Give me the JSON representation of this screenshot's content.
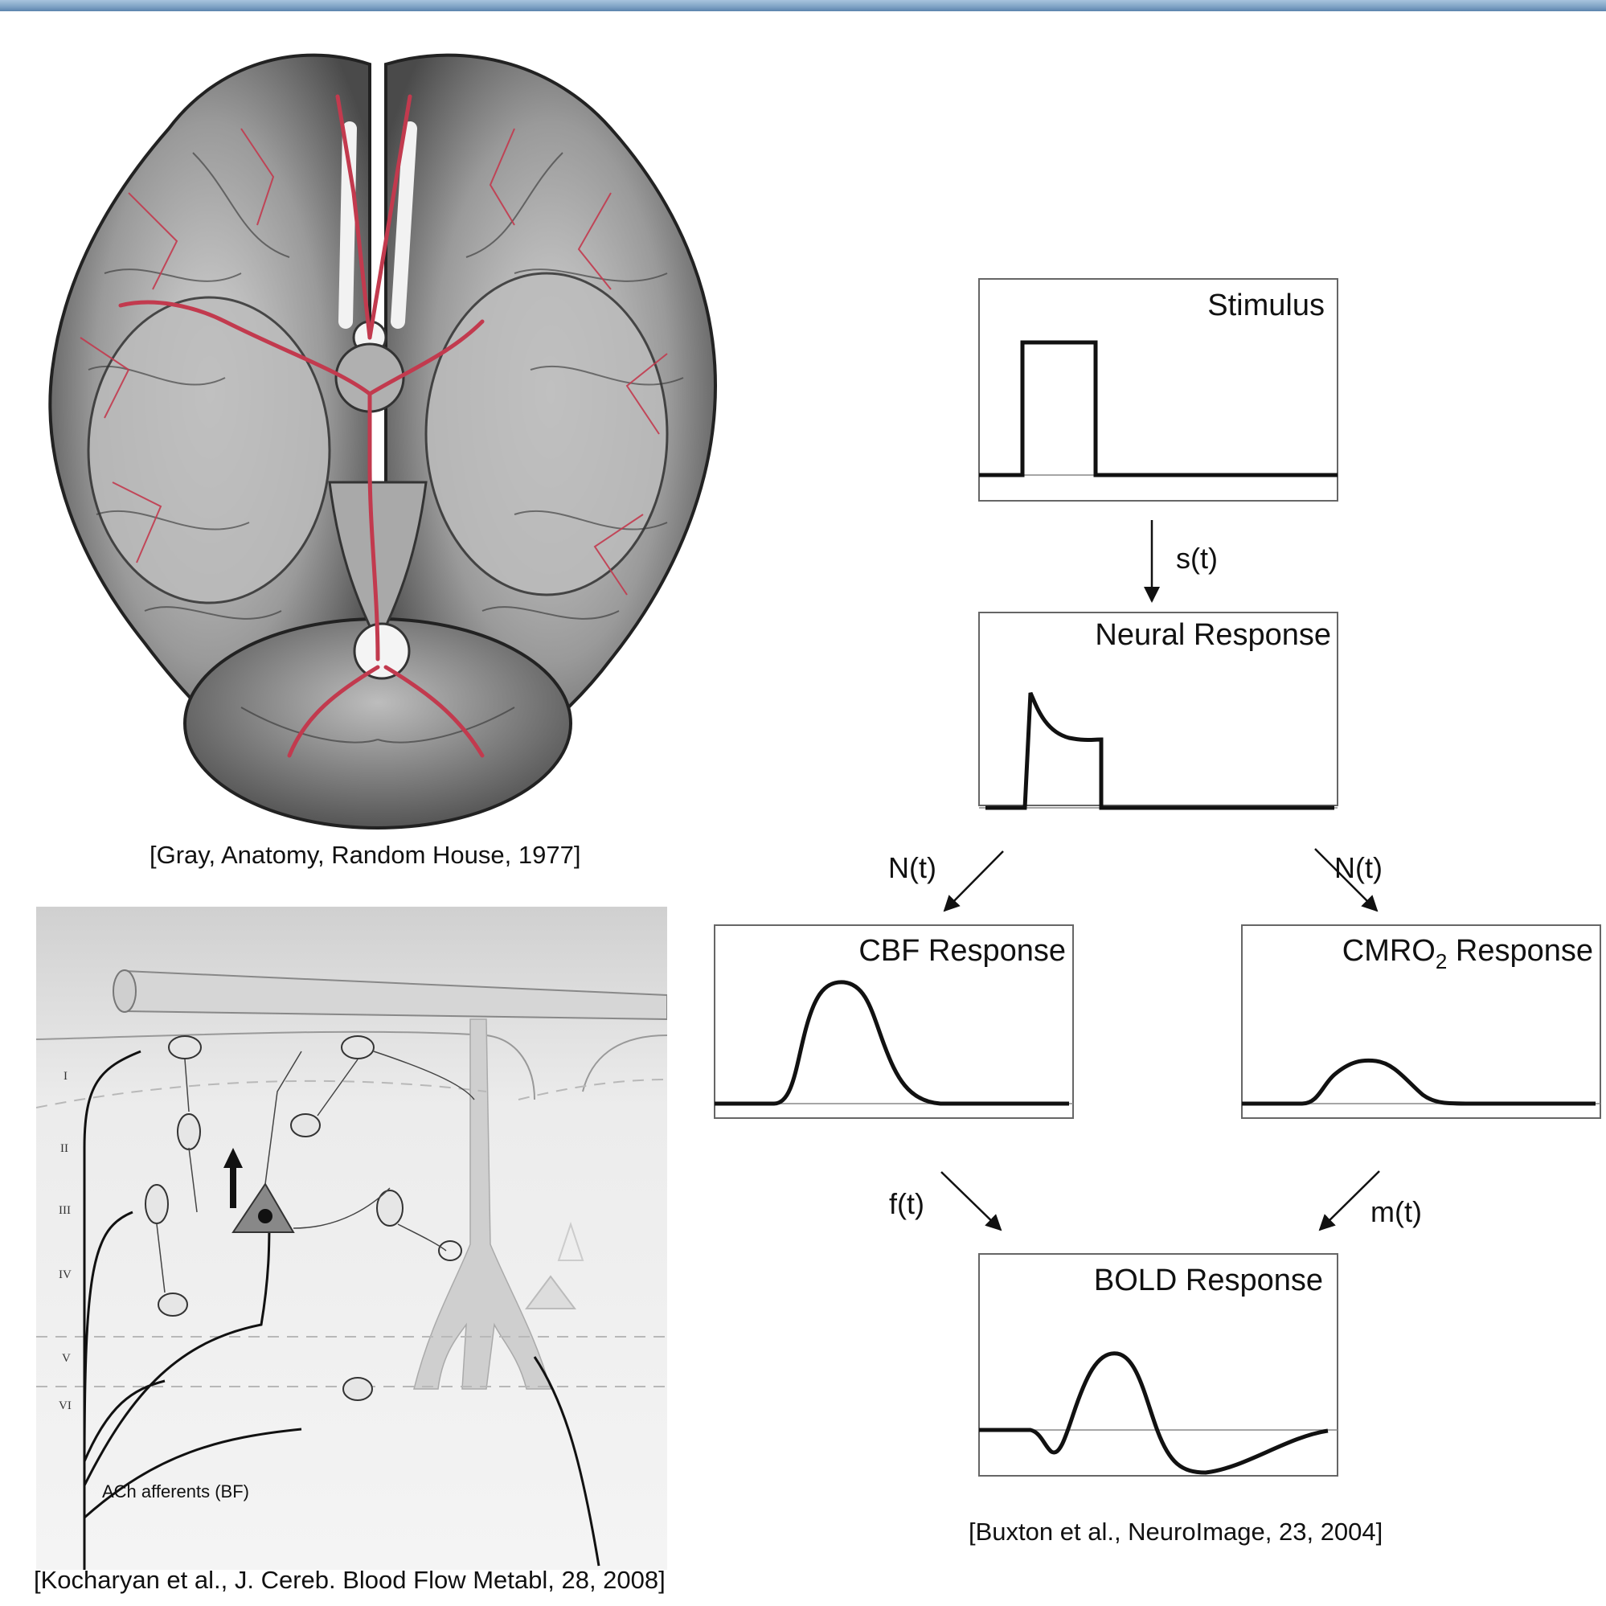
{
  "captions": {
    "brain": "[Gray, Anatomy, Random House, 1977]",
    "cortex": "[Kocharyan et al., J. Cereb. Blood Flow Metabl, 28, 2008]",
    "model": "[Buxton et al., NeuroImage, 23, 2004]"
  },
  "cortex_illustration": {
    "layers": [
      "I",
      "II",
      "III",
      "IV",
      "V",
      "VI"
    ],
    "afferents_label": "ACh afferents (BF)"
  },
  "model": {
    "boxes": {
      "stimulus": "Stimulus",
      "neural": "Neural Response",
      "cbf": "CBF Response",
      "cmro2_main": "CMRO",
      "cmro2_sub": "2",
      "cmro2_tail": " Response",
      "bold": "BOLD Response"
    },
    "arrows": {
      "s": "s(t)",
      "n_left": "N(t)",
      "n_right": "N(t)",
      "f": "f(t)",
      "m": "m(t)"
    }
  },
  "colors": {
    "accent": "#5b84ad",
    "vessel": "#c23a4e",
    "brain_gray": "#8a8a8a"
  }
}
